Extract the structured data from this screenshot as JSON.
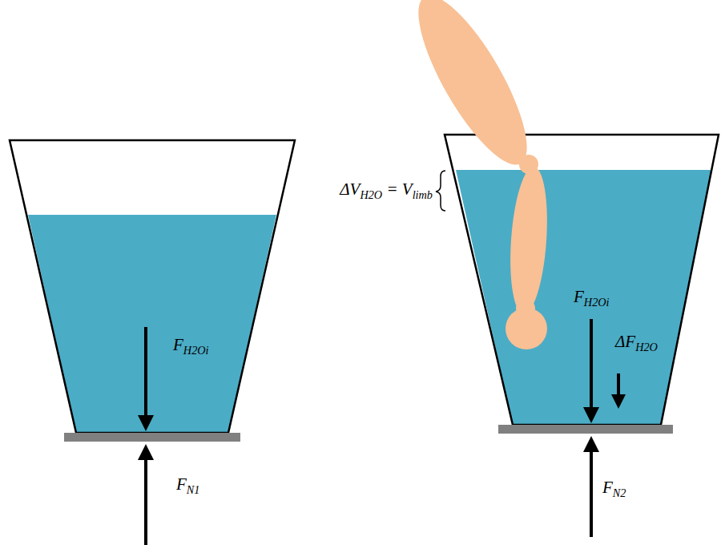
{
  "diagram": {
    "labels": [
      "FH2Oi",
      "FN1",
      "ΔVH2O = Vlimb",
      "FH2Oi",
      "ΔFH2O",
      "FN2"
    ]
  }
}
